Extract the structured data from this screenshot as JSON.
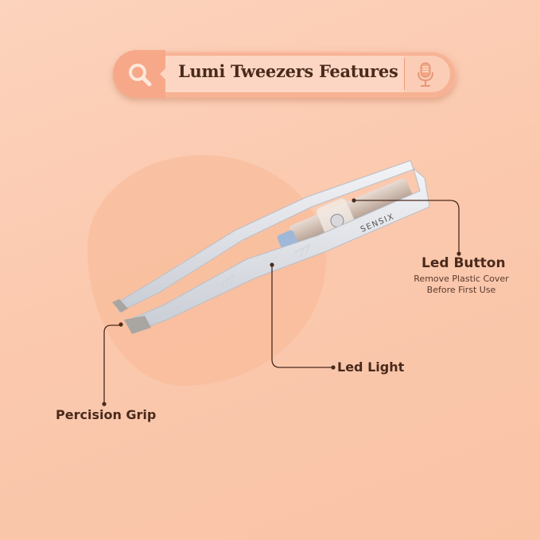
{
  "search_bar": {
    "icon": "search-icon",
    "query": "Lumi Tweezers Features",
    "mic_icon": "microphone-icon"
  },
  "product": {
    "brand_mark": "SENSIX"
  },
  "callouts": [
    {
      "id": "led-button",
      "title": "Led Button",
      "subtitle_line1": "Remove Plastic Cover",
      "subtitle_line2": "Before First Use"
    },
    {
      "id": "led-light",
      "title": "Led Light"
    },
    {
      "id": "precision-grip",
      "title": "Percision Grip"
    }
  ],
  "colors": {
    "background": "#fbc9ae",
    "accent": "#f7b294",
    "text": "#4a2a1c",
    "leader": "#4a2a1c"
  }
}
